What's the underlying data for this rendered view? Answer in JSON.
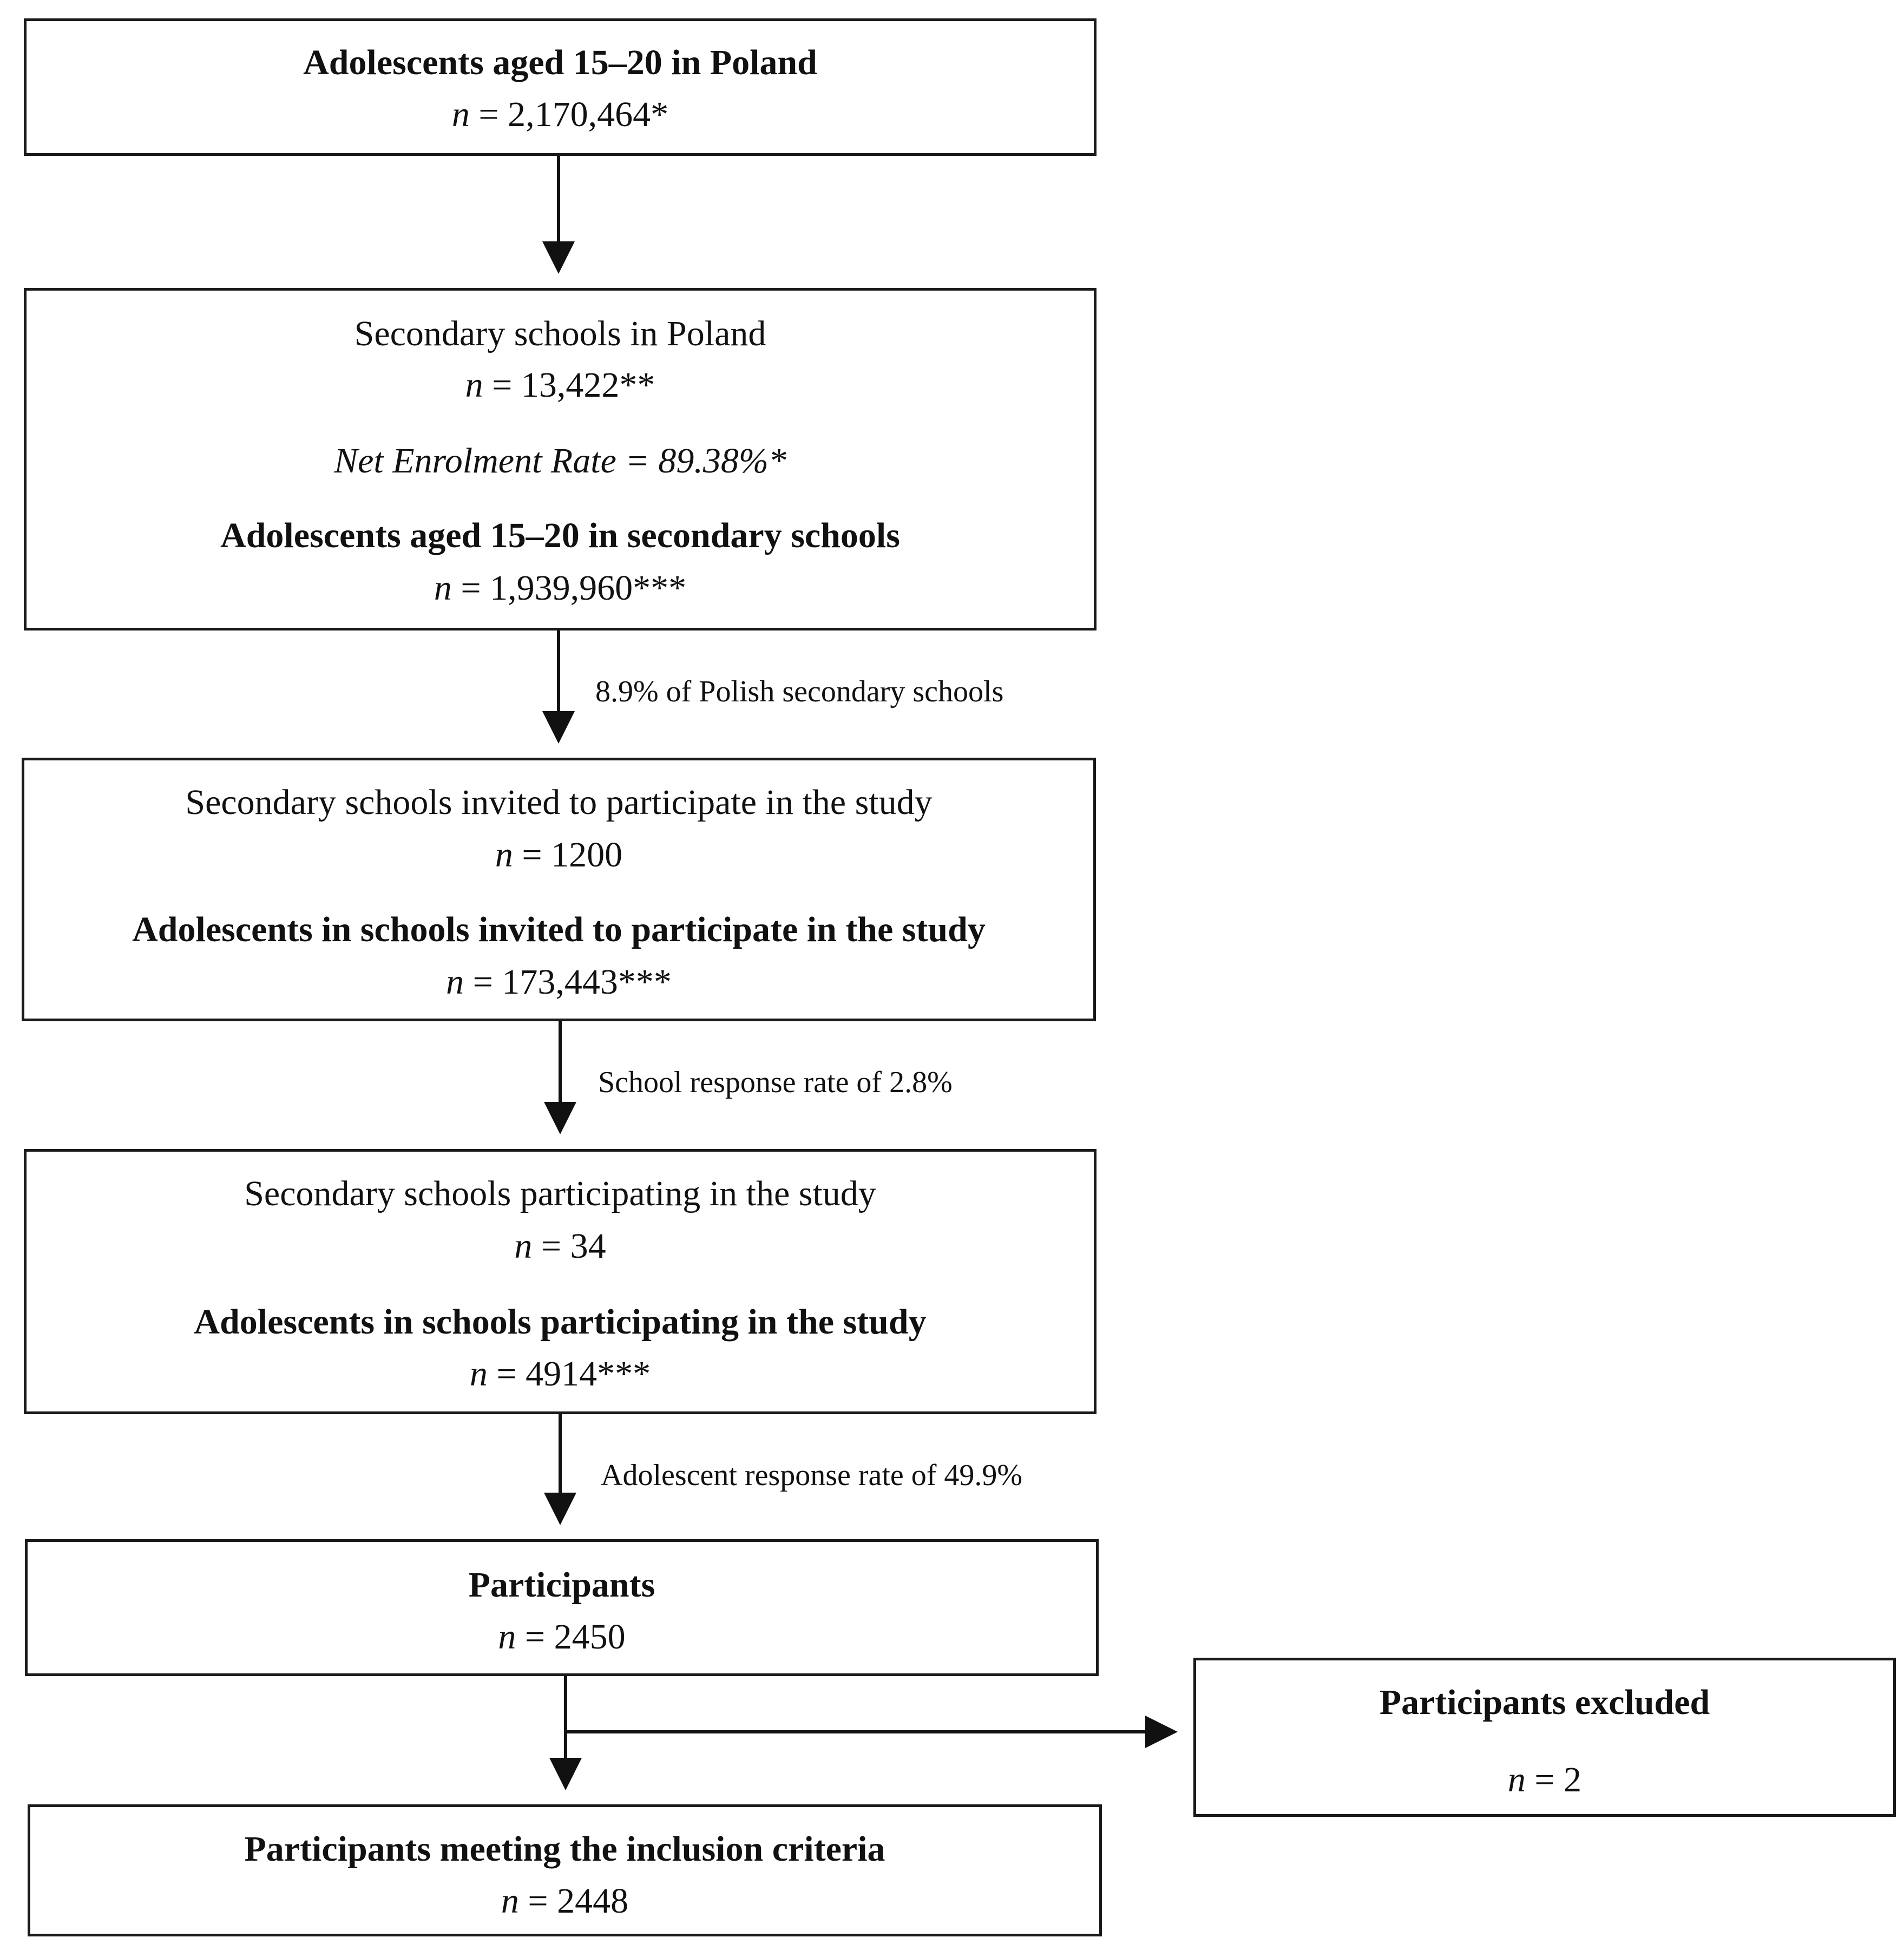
{
  "boxes": {
    "population": {
      "title": "Adolescents aged 15–20 in Poland",
      "count": "= 2,170,464*"
    },
    "secondary": {
      "title": "Secondary schools in Poland",
      "count": "= 13,422**",
      "rate": "Net Enrolment Rate = 89.38%*",
      "sub_title": "Adolescents aged 15–20 in secondary schools",
      "sub_count": "= 1,939,960***"
    },
    "invited": {
      "title": "Secondary schools invited to participate in the study",
      "count": "= 1200",
      "sub_title": "Adolescents in schools invited to participate in the study",
      "sub_count": "= 173,443***"
    },
    "participating": {
      "title": "Secondary schools participating in the study",
      "count": "= 34",
      "sub_title": "Adolescents in schools participating in the study",
      "sub_count": "= 4914***"
    },
    "participants": {
      "title": "Participants",
      "count": "= 2450"
    },
    "excluded": {
      "title": "Participants excluded",
      "count": "= 2"
    },
    "included": {
      "title": "Participants meeting the inclusion criteria",
      "count": "= 2448"
    }
  },
  "edges": {
    "secondary_to_invited": "8.9% of Polish secondary schools",
    "invited_to_participating": "School response rate of 2.8%",
    "participating_to_participants": "Adolescent response rate of 49.9%"
  },
  "n_symbol": "n"
}
